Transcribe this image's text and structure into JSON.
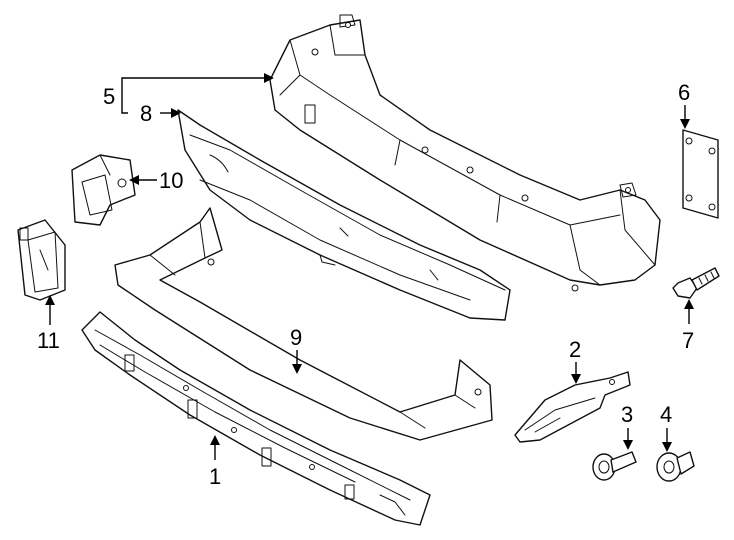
{
  "callouts": {
    "part_1": "1",
    "part_2": "2",
    "part_3": "3",
    "part_4": "4",
    "part_5": "5",
    "part_6": "6",
    "part_7": "7",
    "part_8": "8",
    "part_9": "9",
    "part_10": "10",
    "part_11": "11"
  }
}
